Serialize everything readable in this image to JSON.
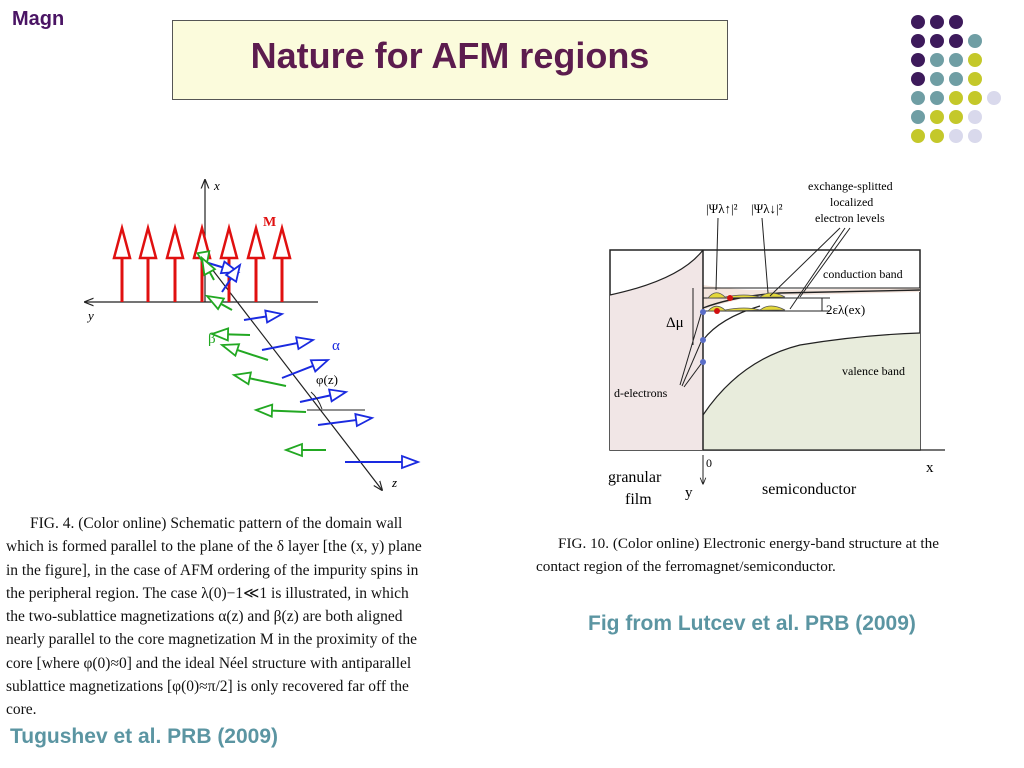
{
  "header": {
    "corner_label": "Magn",
    "title": "Nature for AFM regions"
  },
  "decoration": {
    "dot_colors": {
      "purple": "#3d1a5b",
      "teal": "#6f9ea4",
      "olive": "#c4c82a",
      "lavender": "#d9d9ec"
    }
  },
  "left_figure": {
    "axis_x": "x",
    "axis_y": "y",
    "axis_z": "z",
    "label_M": "M",
    "label_alpha": "α",
    "label_beta": "β",
    "label_phi": "φ(z)",
    "colors": {
      "M": "#e01010",
      "alpha": "#1a2ae0",
      "beta": "#22a822"
    },
    "caption_lines": [
      "FIG. 4. (Color online) Schematic pattern of the domain wall",
      "which is formed parallel to the plane of the δ layer [the (x, y) plane",
      "in the figure], in the case of AFM ordering of the impurity spins in",
      "the peripheral region. The case λ(0)−1≪1 is illustrated, in which",
      "the two-sublattice magnetizations α(z) and β(z) are both aligned",
      "nearly parallel to the core magnetization M in the proximity of the",
      "core [where φ(0)≈0] and the ideal Néel structure with antiparallel",
      "sublattice magnetizations [φ(0)≈π/2] is only recovered far off the",
      "core."
    ],
    "credit": "Tugushev et al. PRB (2009)"
  },
  "right_figure": {
    "label_psi_up": "|Ψλ↑|²",
    "label_psi_down": "|Ψλ↓|²",
    "label_levels_1": "exchange-splitted",
    "label_levels_2": "localized",
    "label_levels_3": "electron levels",
    "label_conduction": "conduction band",
    "label_valence": "valence band",
    "label_delta_mu": "Δμ",
    "label_two_eps": "2ελ(ex)",
    "label_d_electrons": "d-electrons",
    "label_zero": "0",
    "label_x": "x",
    "label_y": "y",
    "label_granular_1": "granular",
    "label_granular_2": "film",
    "label_semiconductor": "semiconductor",
    "caption_lines": [
      "FIG. 10. (Color online) Electronic energy-band structure at the",
      "contact region of the ferromagnet/semiconductor."
    ],
    "credit": "Fig from Lutcev et al. PRB (2009)"
  }
}
